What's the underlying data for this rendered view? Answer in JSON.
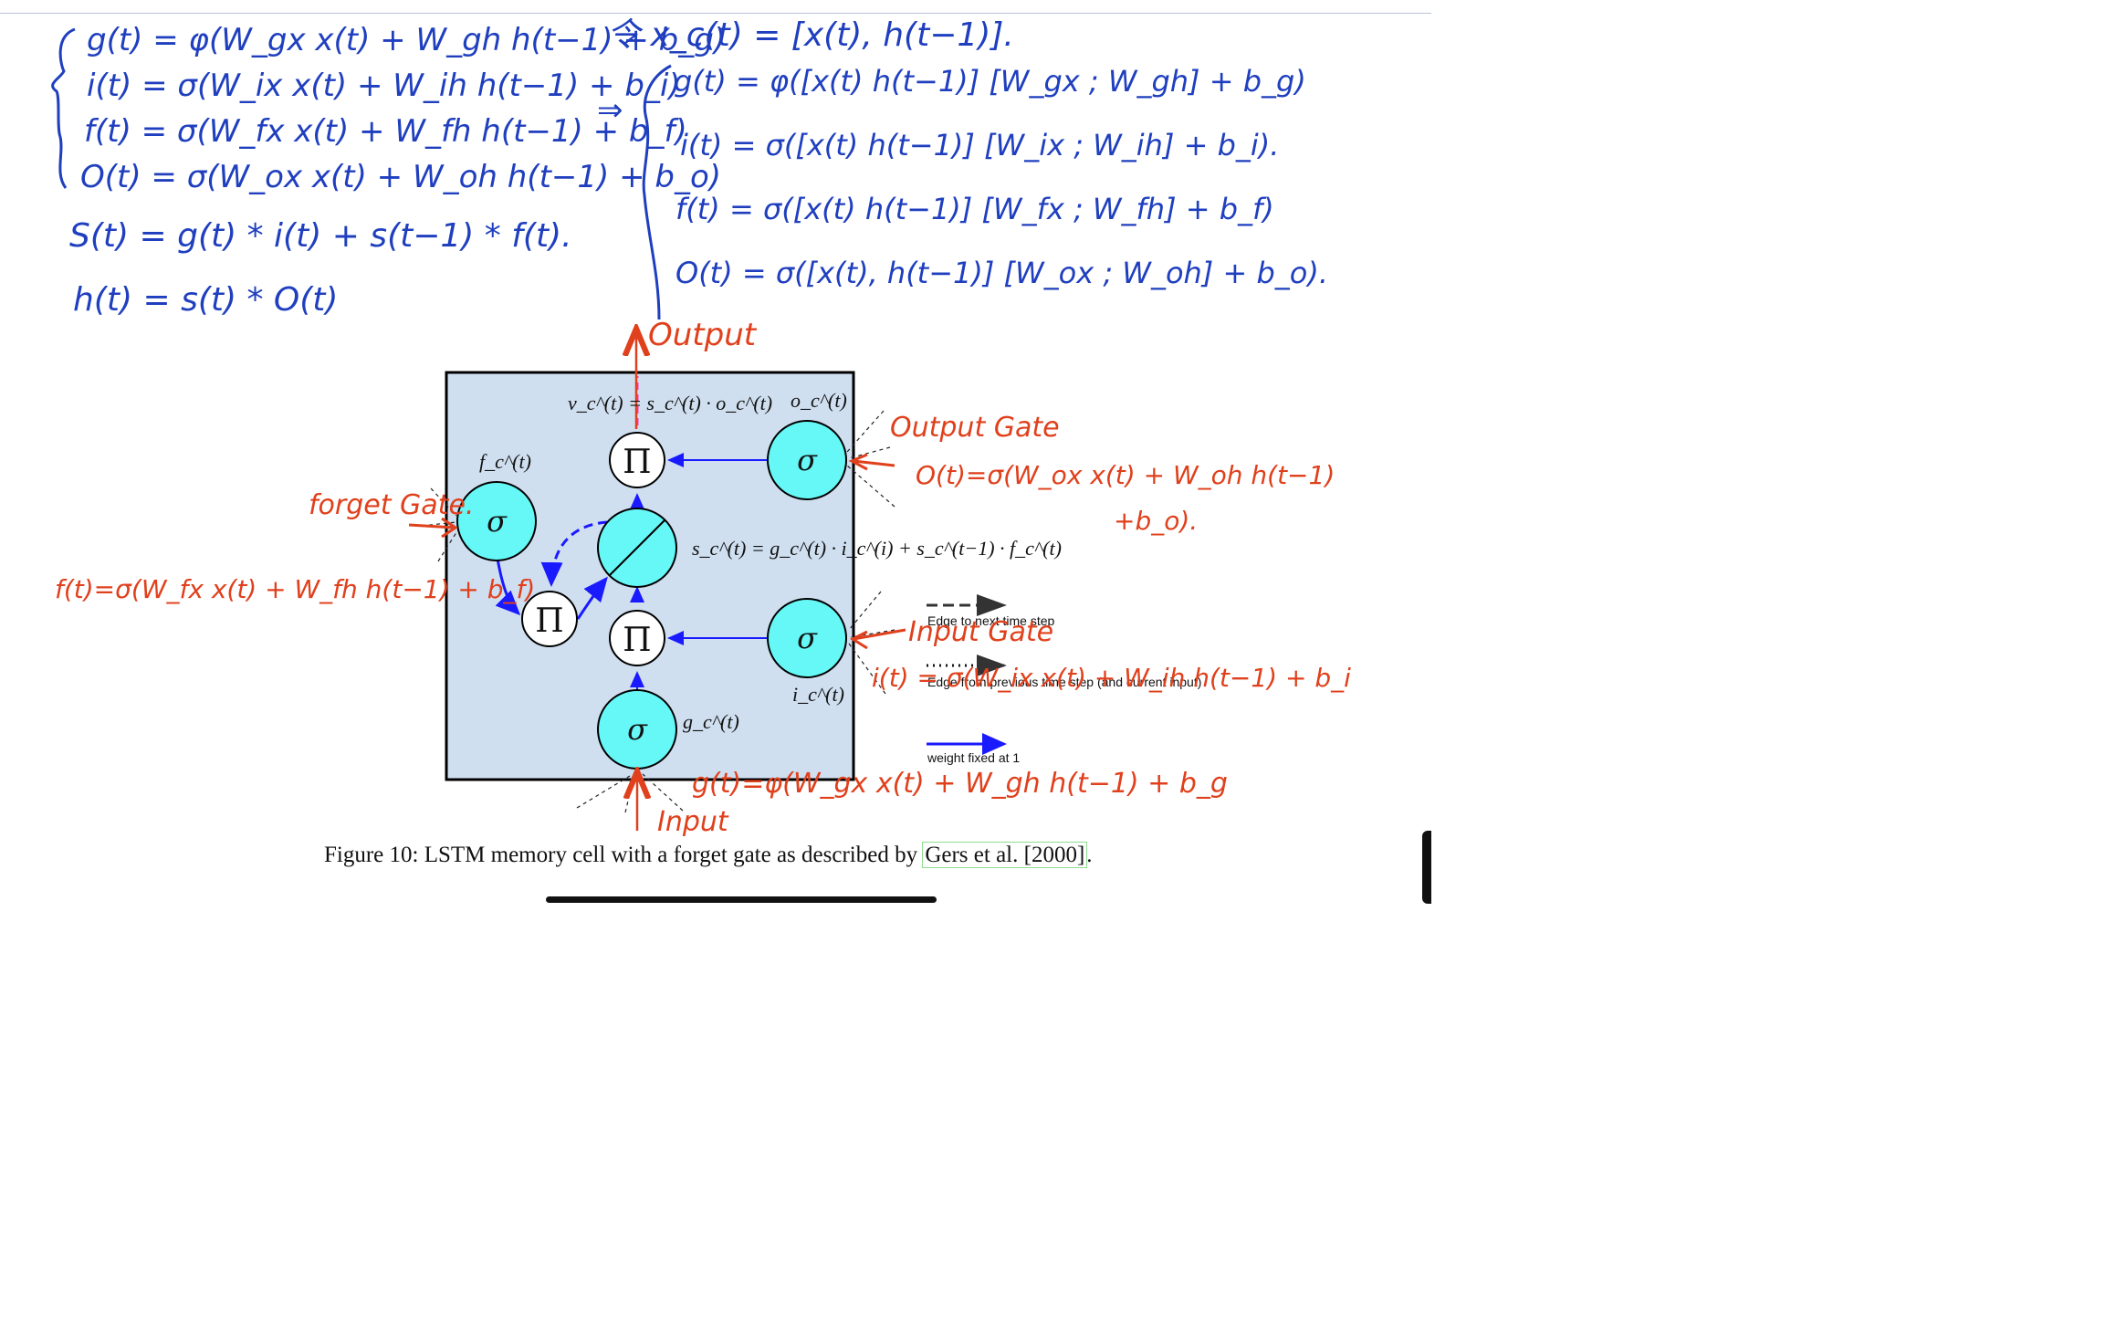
{
  "notes_blue": {
    "eq_g": "g(t) = φ(W_gx x(t) + W_gh h(t−1) + b_g)",
    "eq_i": "i(t) = σ(W_ix x(t) + W_ih h(t−1) + b_i)",
    "eq_f": "f(t) = σ(W_fx x(t) + W_fh h(t−1) + b_f)",
    "eq_o": "O(t) = σ(W_ox x(t) + W_oh h(t−1) + b_o)",
    "eq_s": "S(t) = g(t) * i(t) + s(t−1) * f(t).",
    "eq_h": "h(t) = s(t) * O(t)",
    "def_x": "令 x_c(t) = [x(t), h(t−1)].",
    "arrow": "⇒",
    "mat_g": "g(t) = φ([x(t) h(t−1)] [W_gx ; W_gh] + b_g)",
    "mat_i": "i(t) = σ([x(t) h(t−1)] [W_ix ; W_ih] + b_i).",
    "mat_f": "f(t) = σ([x(t) h(t−1)] [W_fx ; W_fh] + b_f)",
    "mat_o": "O(t) = σ([x(t), h(t−1)] [W_ox ; W_oh] + b_o)."
  },
  "notes_red": {
    "output_label": "Output",
    "output_gate": "Output Gate",
    "output_gate_eq1": "O(t)=σ(W_ox x(t) + W_oh h(t−1)",
    "output_gate_eq2": "+b_o).",
    "forget_gate": "forget Gate.",
    "forget_gate_eq": "f(t)=σ(W_fx x(t) + W_fh h(t−1) + b_f)",
    "input_gate": "Input Gate",
    "input_gate_eq": "i(t) = σ(W_ix x(t) + W_ih h(t−1) + b_i",
    "g_eq": "g(t)=φ(W_gx x(t) + W_gh h(t−1) + b_g",
    "input_label": "Input"
  },
  "diagram": {
    "v_eq": "v_c^(t) = s_c^(t) · o_c^(t)",
    "o_label": "o_c^(t)",
    "f_label": "f_c^(t)",
    "s_eq": "s_c^(t) = g_c^(t) · i_c^(i) + s_c^(t−1) · f_c^(t)",
    "i_label": "i_c^(t)",
    "g_label": "g_c^(t)",
    "sigma": "σ",
    "pi": "Π",
    "legend_dashed": "Edge to next time step",
    "legend_dotted": "Edge from previous time step (and current input)",
    "legend_solid": "weight fixed at 1"
  },
  "caption": {
    "text": "Figure 10: LSTM memory cell with a forget gate as described by",
    "cite": "Gers et al. [2000]",
    "end": "."
  },
  "colors": {
    "ink_blue": "#1f3fbf",
    "ink_red": "#e0401c",
    "cell_fill": "#cfdff0",
    "node_fill": "#66f7f7",
    "edge_blue": "#1a1aff",
    "output_magenta": "#ff33cc"
  }
}
